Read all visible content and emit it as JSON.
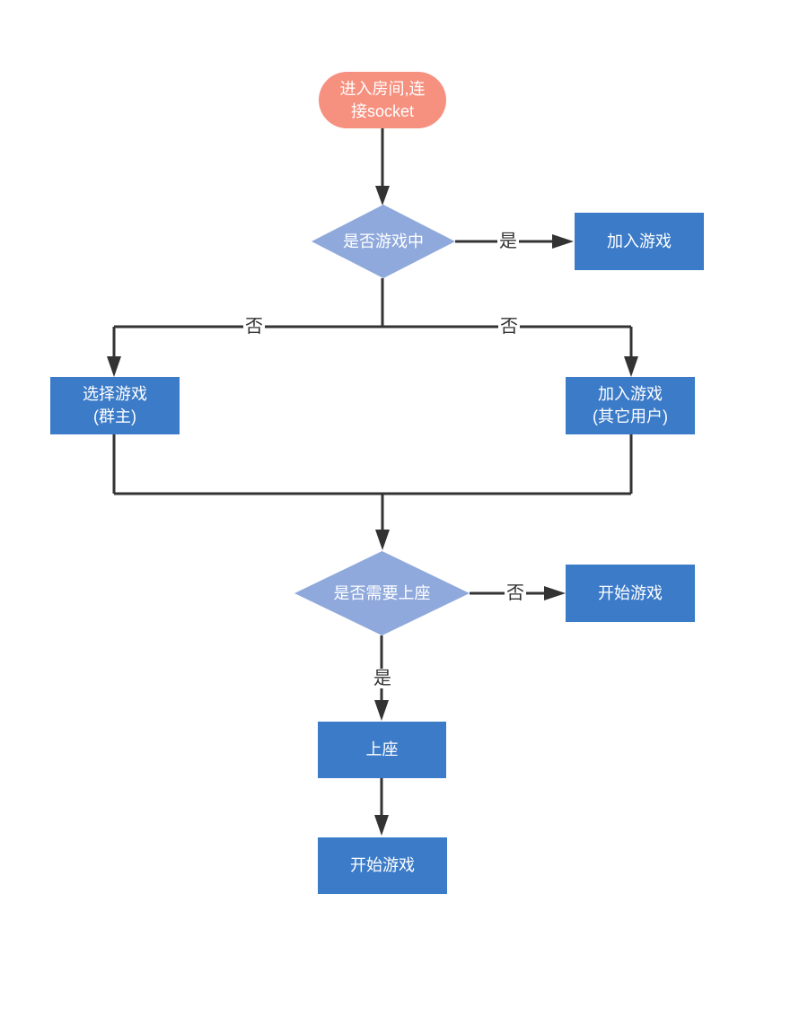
{
  "diagram": {
    "type": "flowchart",
    "colors": {
      "terminator_fill": "#F6907F",
      "process_fill": "#3C7BC8",
      "decision_fill": "#8FA9DC",
      "node_text": "#FFFFFF",
      "connector": "#333333",
      "edge_label_text": "#333333",
      "background": "#FFFFFF"
    },
    "nodes": {
      "start": {
        "type": "terminator",
        "label": "进入房间,连\n接socket"
      },
      "in_game_decision": {
        "type": "decision",
        "label": "是否游戏中"
      },
      "join_game": {
        "type": "process",
        "label": "加入游戏"
      },
      "select_game_owner": {
        "type": "process",
        "label": "选择游戏\n(群主)"
      },
      "join_game_others": {
        "type": "process",
        "label": "加入游戏\n(其它用户)"
      },
      "need_seat_decision": {
        "type": "decision",
        "label": "是否需要上座"
      },
      "start_game_no_seat": {
        "type": "process",
        "label": "开始游戏"
      },
      "take_seat": {
        "type": "process",
        "label": "上座"
      },
      "start_game_final": {
        "type": "process",
        "label": "开始游戏"
      }
    },
    "edges": [
      {
        "from": "start",
        "to": "in_game_decision",
        "label": ""
      },
      {
        "from": "in_game_decision",
        "to": "join_game",
        "label": "是"
      },
      {
        "from": "in_game_decision",
        "to": "select_game_owner",
        "label": "否"
      },
      {
        "from": "in_game_decision",
        "to": "join_game_others",
        "label": "否"
      },
      {
        "from": "select_game_owner",
        "to": "need_seat_decision",
        "label": ""
      },
      {
        "from": "join_game_others",
        "to": "need_seat_decision",
        "label": ""
      },
      {
        "from": "need_seat_decision",
        "to": "start_game_no_seat",
        "label": "否"
      },
      {
        "from": "need_seat_decision",
        "to": "take_seat",
        "label": "是"
      },
      {
        "from": "take_seat",
        "to": "start_game_final",
        "label": ""
      }
    ]
  }
}
